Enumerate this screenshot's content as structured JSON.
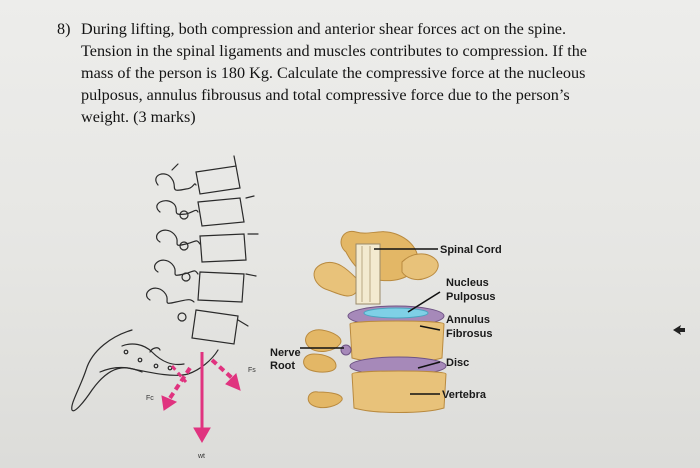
{
  "question": {
    "number": "8)",
    "lines": [
      "During lifting, both compression and anterior shear forces act on the spine.",
      "Tension in the spinal ligaments and muscles contributes to compression. If the",
      "mass of the person is 180 Kg. Calculate the compressive force at the nucleous",
      "pulposus, annulus fibrousus and total compressive force due to the person’s",
      "weight. (3 marks)"
    ]
  },
  "spine_sketch": {
    "force_label_fc": "Fc",
    "force_label_fs": "Fs",
    "weight_label": "wt"
  },
  "anatomy": {
    "nerve_root_line1": "Nerve",
    "nerve_root_line2": "Root",
    "spinal_cord": "Spinal Cord",
    "nucleus_line1": "Nucleus",
    "nucleus_line2": "Pulposus",
    "annulus_line1": "Annulus",
    "annulus_line2": "Fibrosus",
    "disc": "Disc",
    "vertebra": "Vertebra"
  },
  "colors": {
    "arrow": "#e0337f",
    "disc_blue": "#7fd0e6",
    "disc_purple": "#a689b9",
    "bone": "#e8c27a"
  }
}
